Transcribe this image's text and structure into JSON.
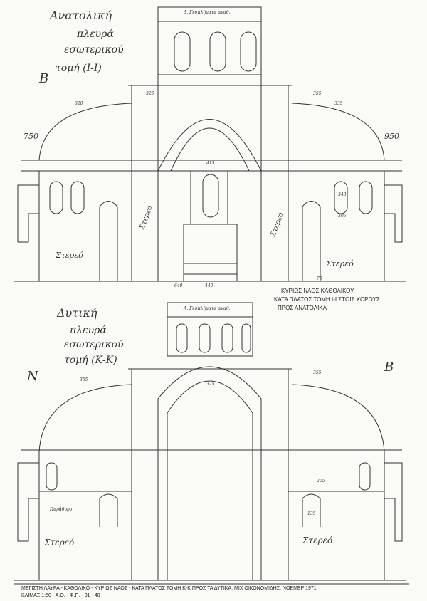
{
  "sheet": {
    "top_title": [
      "Ανατολική",
      "πλευρά",
      "εσωτερικού",
      "τομή (Ι-Ι)"
    ],
    "top_letter": "Β",
    "bottom_title": [
      "Δυτική",
      "πλευρά",
      "εσωτερικού",
      "τομή (Κ-Κ)"
    ],
    "bottom_letter_left": "Ν",
    "bottom_letter_right": "Β",
    "caption_top": [
      "ΚΥΡΙΩΣ ΝΑΟΣ ΚΑΘΟΛΙΚΟΥ",
      "ΚΑΤΑ ΠΛΑΤΟΣ ΤΟΜΗ Ι-Ι ΣΤΟΙΣ ΧΟΡΟΥΣ",
      "ΠΡΟΣ ΑΝΑΤΟΛΙΚΑ"
    ],
    "footer_line1": "ΜΕΓΙΣΤΗ ΛΑΥΡΑ - ΚΑΘΟΛΙΚΟ - ΚΥΡΙΩΣ ΝΑΟΣ - ΚΑΤΑ ΠΛΑΤΟΣ ΤΟΜΗ Κ-Κ ΠΡΟΣ ΤΑ ΔΥΤΙΚΑ. ΜΙΧ ΟΙΚΟΝΟΜΙΔΗΣ, ΝΟΕΜΒΡ 1971",
    "footer_line2": "ΚΛΙΜΑΞ 1:50 - Α.Ο. - Φ.Π. - 31 - 40"
  },
  "labels_top": {
    "drum_top": "Δ. Γεσπλήματα αναθ.",
    "side_label_left": "Στερεό",
    "side_label_right": "Στερεό",
    "lower_label_left": "Στερεό",
    "lower_label_right": "Στερεό",
    "dims": [
      "325",
      "355",
      "320",
      "335",
      "750",
      "950",
      "440",
      "640",
      "75",
      "415",
      "343",
      "305"
    ]
  },
  "labels_bottom": {
    "drum_top": "Α. Γεσπλήματα αναθ.",
    "lower_label_left": "Στερεό",
    "lower_label_right": "Στερεό",
    "left_mid": "Παράθυρο",
    "dims": [
      "355",
      "355",
      "325",
      "205",
      "135"
    ]
  }
}
